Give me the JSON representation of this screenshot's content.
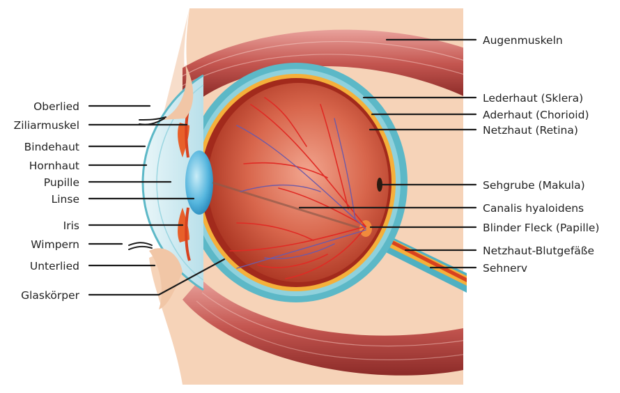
{
  "labels": {
    "left": {
      "oberlied": "Oberlied",
      "ziliarmuskel": "Ziliarmuskel",
      "bindehaut": "Bindehaut",
      "hornhaut": "Hornhaut",
      "pupille": "Pupille",
      "linse": "Linse",
      "iris": "Iris",
      "wimpern": "Wimpern",
      "unterlied": "Unterlied",
      "glaskoerper": "Glaskörper"
    },
    "right": {
      "augenmuskeln": "Augenmuskeln",
      "lederhaut": "Lederhaut (Sklera)",
      "aderhaut": "Aderhaut (Chorioid)",
      "netzhaut": "Netzhaut (Retina)",
      "sehgrube": "Sehgrube (Makula)",
      "canalis": "Canalis hyaloidens",
      "blinder_fleck": "Blinder Fleck (Papille)",
      "blutgefaesse": "Netzhaut-Blutgefäße",
      "sehnerv": "Sehnerv"
    }
  },
  "colors": {
    "skin": "#f6d3b8",
    "sclera": "#5cb8c7",
    "choroid": "#f5b03a",
    "retina": "#a22a1c",
    "vitreous": "#c9503a",
    "muscle": "#b94a48",
    "iris": "#e8602a",
    "lens": "#3aa5d6"
  }
}
